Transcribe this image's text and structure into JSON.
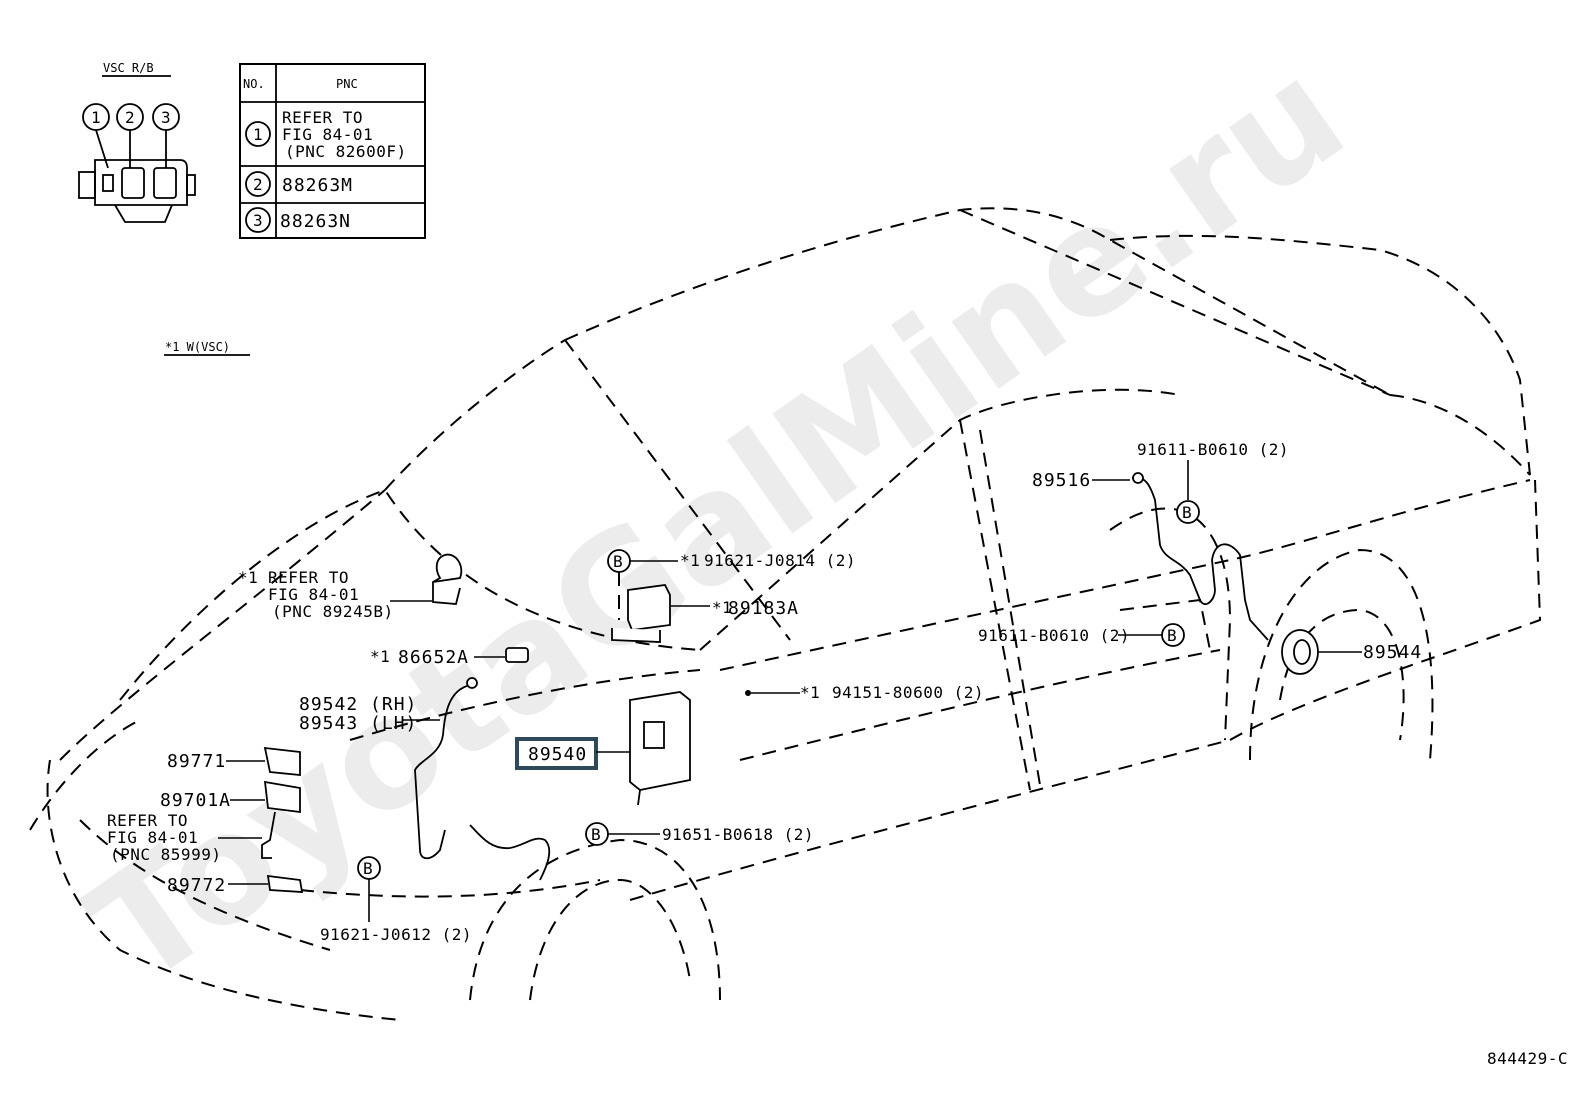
{
  "watermark": "ToyotaGalMine.ru",
  "connector": {
    "title": "VSC R/B",
    "pins": [
      "1",
      "2",
      "3"
    ]
  },
  "pnc_table": {
    "headers": [
      "NO.",
      "PNC"
    ],
    "rows": [
      {
        "no": "1",
        "pnc_lines": [
          "REFER TO",
          "FIG 84-01",
          "(PNC 82600F)"
        ]
      },
      {
        "no": "2",
        "pnc_lines": [
          "88263M"
        ]
      },
      {
        "no": "3",
        "pnc_lines": [
          "88263N"
        ]
      }
    ]
  },
  "note": "*1 W(VSC)",
  "callouts": {
    "refer_89245b": {
      "star": "*1",
      "lines": [
        "REFER TO",
        "FIG 84-01",
        "(PNC 89245B)"
      ]
    },
    "p86652a": {
      "star": "*1",
      "text": "86652A"
    },
    "p91621_j0814": {
      "marker": "B",
      "star": "*1",
      "text": "91621-J0814 (2)"
    },
    "p89183a": {
      "star": "*1",
      "text": "89183A"
    },
    "p89542": "89542 (RH)",
    "p89543": "89543 (LH)",
    "p89540": "89540",
    "p94151": {
      "star": "*1",
      "text": "94151-80600 (2)"
    },
    "p89771": "89771",
    "p89701a": "89701A",
    "refer_85999": {
      "lines": [
        "REFER TO",
        "FIG 84-01",
        "(PNC 85999)"
      ]
    },
    "p89772": "89772",
    "p91621_j0612": {
      "marker": "B",
      "text": "91621-J0612 (2)"
    },
    "p91651_b0618": {
      "marker": "B",
      "text": "91651-B0618 (2)"
    },
    "p89516": "89516",
    "p91611_b0610_top": {
      "marker": "B",
      "text": "91611-B0610 (2)"
    },
    "p91611_b0610_mid": {
      "marker": "B",
      "text": "91611-B0610 (2)"
    },
    "p89544": "89544"
  },
  "highlight_color": "#2e4a5a",
  "figure_id": "844429-C"
}
